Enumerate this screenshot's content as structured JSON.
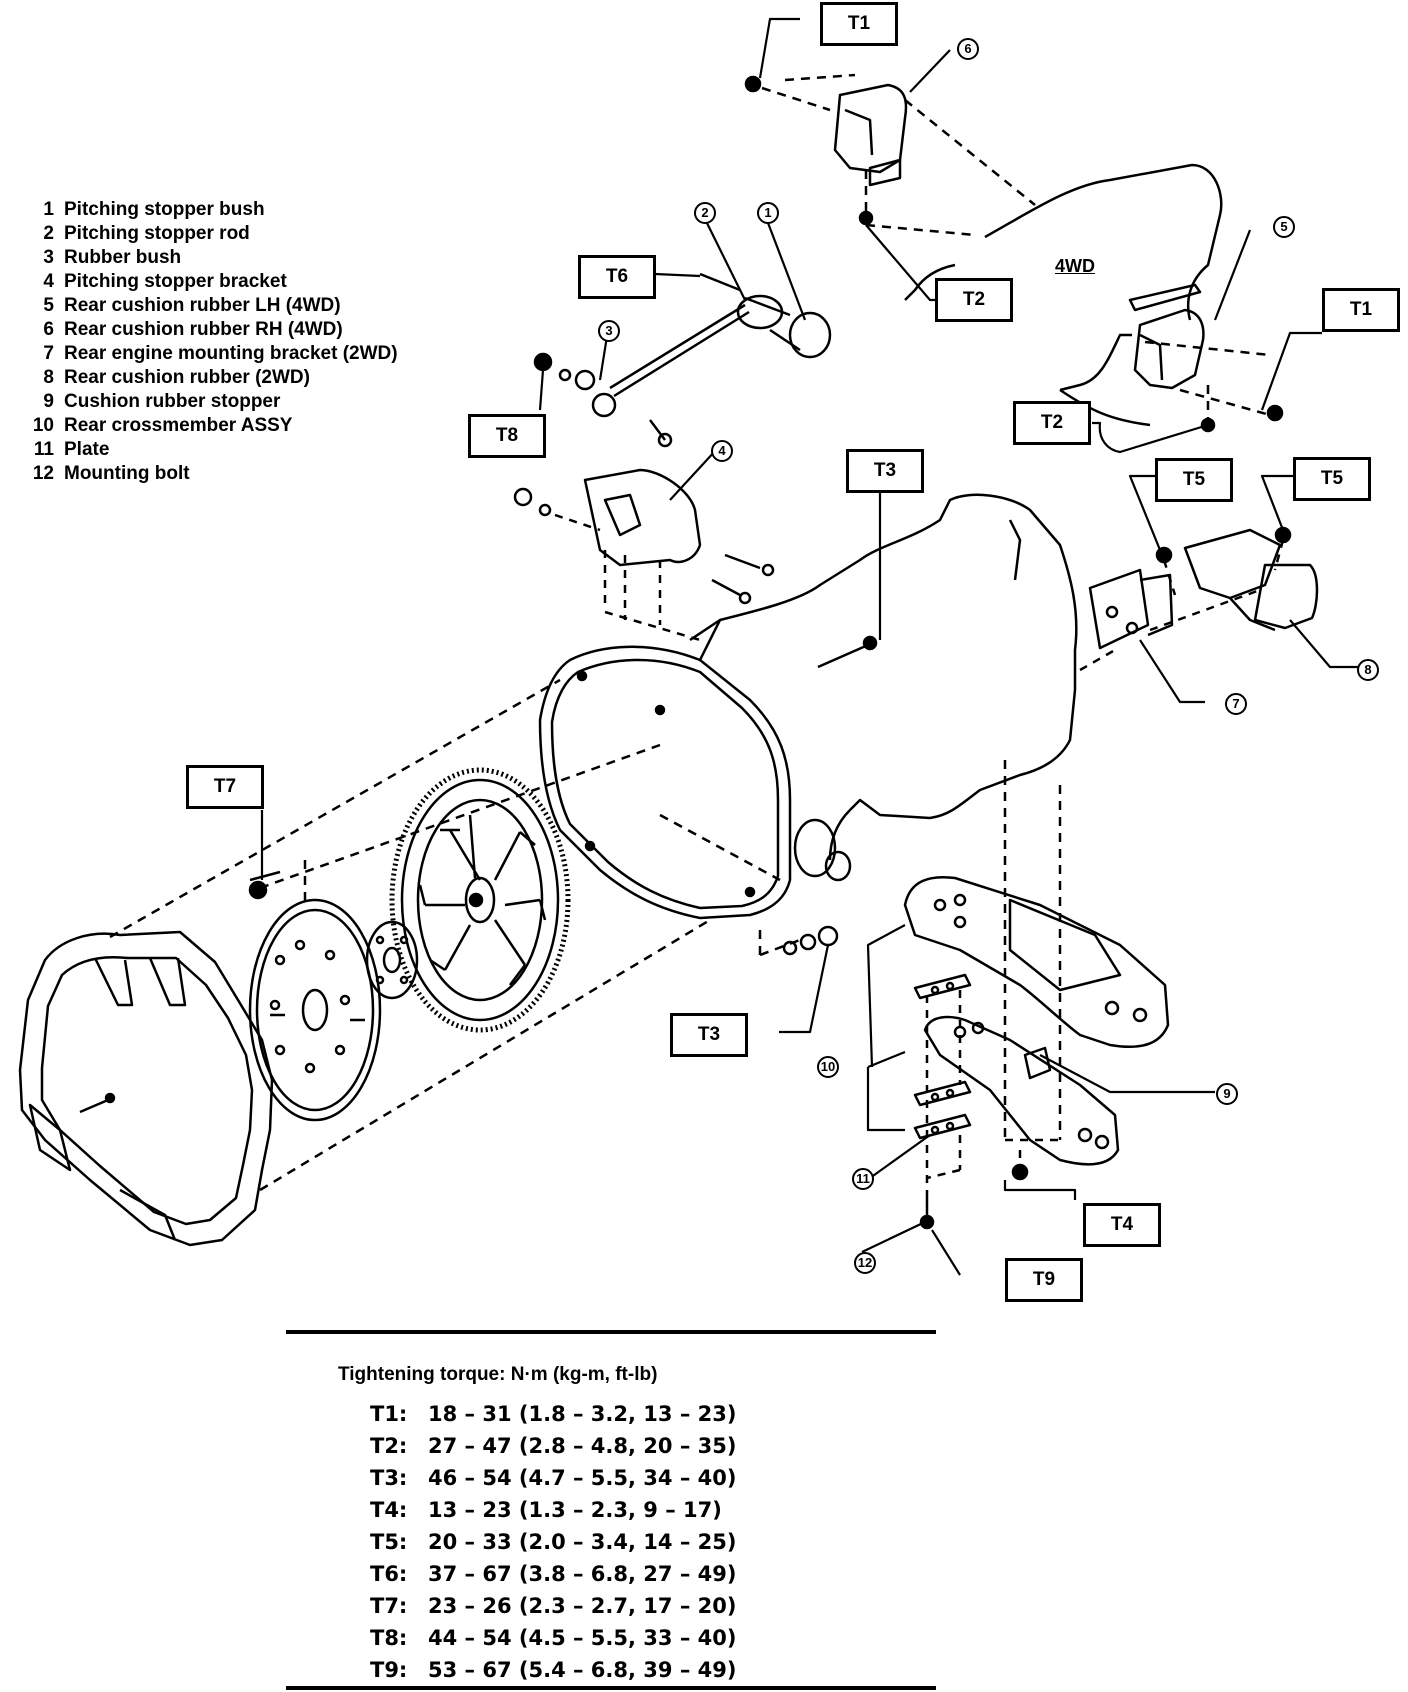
{
  "legend": [
    {
      "num": "1",
      "text": "Pitching stopper bush"
    },
    {
      "num": "2",
      "text": "Pitching stopper rod"
    },
    {
      "num": "3",
      "text": "Rubber bush"
    },
    {
      "num": "4",
      "text": "Pitching stopper bracket"
    },
    {
      "num": "5",
      "text": "Rear cushion rubber LH (4WD)"
    },
    {
      "num": "6",
      "text": "Rear cushion rubber RH (4WD)"
    },
    {
      "num": "7",
      "text": "Rear engine mounting bracket (2WD)"
    },
    {
      "num": "8",
      "text": "Rear cushion rubber (2WD)"
    },
    {
      "num": "9",
      "text": "Cushion rubber stopper"
    },
    {
      "num": "10",
      "text": "Rear crossmember ASSY"
    },
    {
      "num": "11",
      "text": "Plate"
    },
    {
      "num": "12",
      "text": "Mounting bolt"
    }
  ],
  "diagram": {
    "label_4wd": "4WD",
    "torque_boxes": {
      "t1_top": "T1",
      "t1_right": "T1",
      "t2_top": "T2",
      "t2_right": "T2",
      "t3_upper": "T3",
      "t3_lower": "T3",
      "t4": "T4",
      "t5_left": "T5",
      "t5_right": "T5",
      "t6": "T6",
      "t7": "T7",
      "t8": "T8",
      "t9": "T9"
    },
    "callouts": {
      "c1": "1",
      "c2": "2",
      "c3": "3",
      "c4": "4",
      "c5": "5",
      "c6": "6",
      "c7": "7",
      "c8": "8",
      "c9": "9",
      "c10": "10",
      "c11": "11",
      "c12": "12"
    }
  },
  "torque_table": {
    "heading": "Tightening torque: N·m (kg-m, ft-lb)",
    "rows": [
      {
        "id": "T1:",
        "value": "18 – 31 (1.8 – 3.2, 13 – 23)"
      },
      {
        "id": "T2:",
        "value": "27 – 47 (2.8 – 4.8, 20 – 35)"
      },
      {
        "id": "T3:",
        "value": "46 – 54 (4.7 – 5.5, 34 – 40)"
      },
      {
        "id": "T4:",
        "value": "13 – 23 (1.3 – 2.3, 9 – 17)"
      },
      {
        "id": "T5:",
        "value": "20 – 33 (2.0 – 3.4, 14 – 25)"
      },
      {
        "id": "T6:",
        "value": "37 – 67 (3.8 – 6.8, 27 – 49)"
      },
      {
        "id": "T7:",
        "value": "23 – 26 (2.3 – 2.7, 17 – 20)"
      },
      {
        "id": "T8:",
        "value": "44 – 54 (4.5 – 5.5, 33 – 40)"
      },
      {
        "id": "T9:",
        "value": "53 – 67 (5.4 – 6.8, 39 – 49)"
      }
    ]
  }
}
